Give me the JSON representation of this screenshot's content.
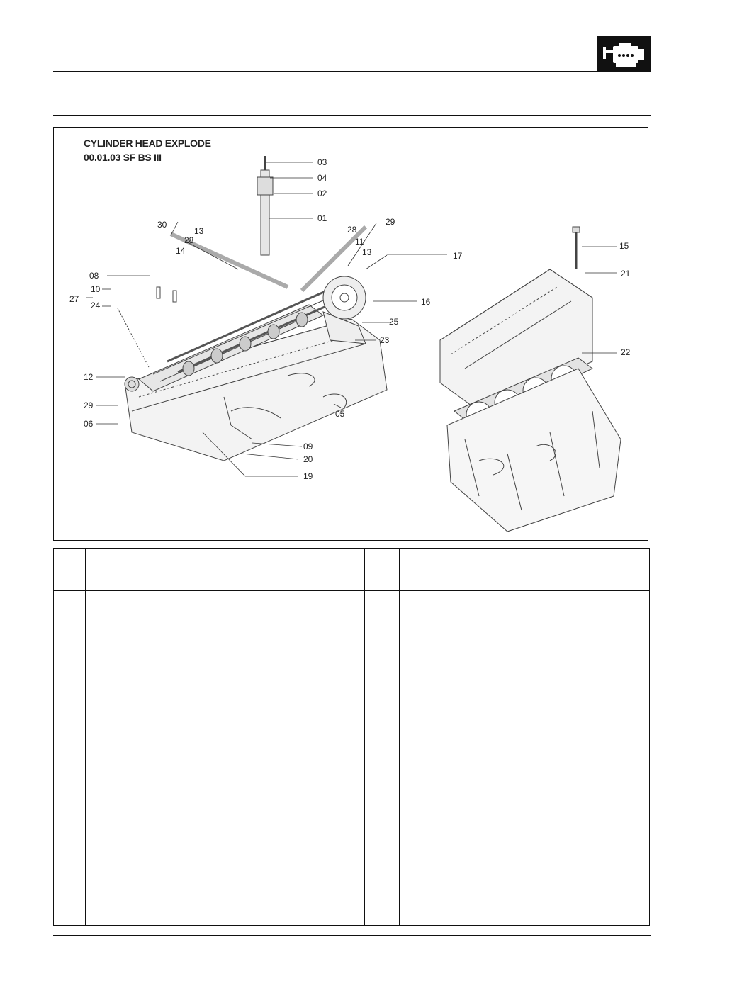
{
  "header": {
    "badge_icon": "engine-icon"
  },
  "figure": {
    "title_line1": "CYLINDER HEAD EXPLODE",
    "title_line2": "00.01.03 SF BS III",
    "callouts": [
      "03",
      "04",
      "02",
      "01",
      "30",
      "13",
      "28",
      "14",
      "29",
      "28",
      "11",
      "13",
      "17",
      "15",
      "21",
      "08",
      "10",
      "27",
      "24",
      "16",
      "25",
      "23",
      "22",
      "12",
      "29",
      "06",
      "05",
      "09",
      "20",
      "19"
    ]
  },
  "parts_table": {
    "columns": [
      "",
      "",
      "",
      ""
    ],
    "rows": []
  }
}
